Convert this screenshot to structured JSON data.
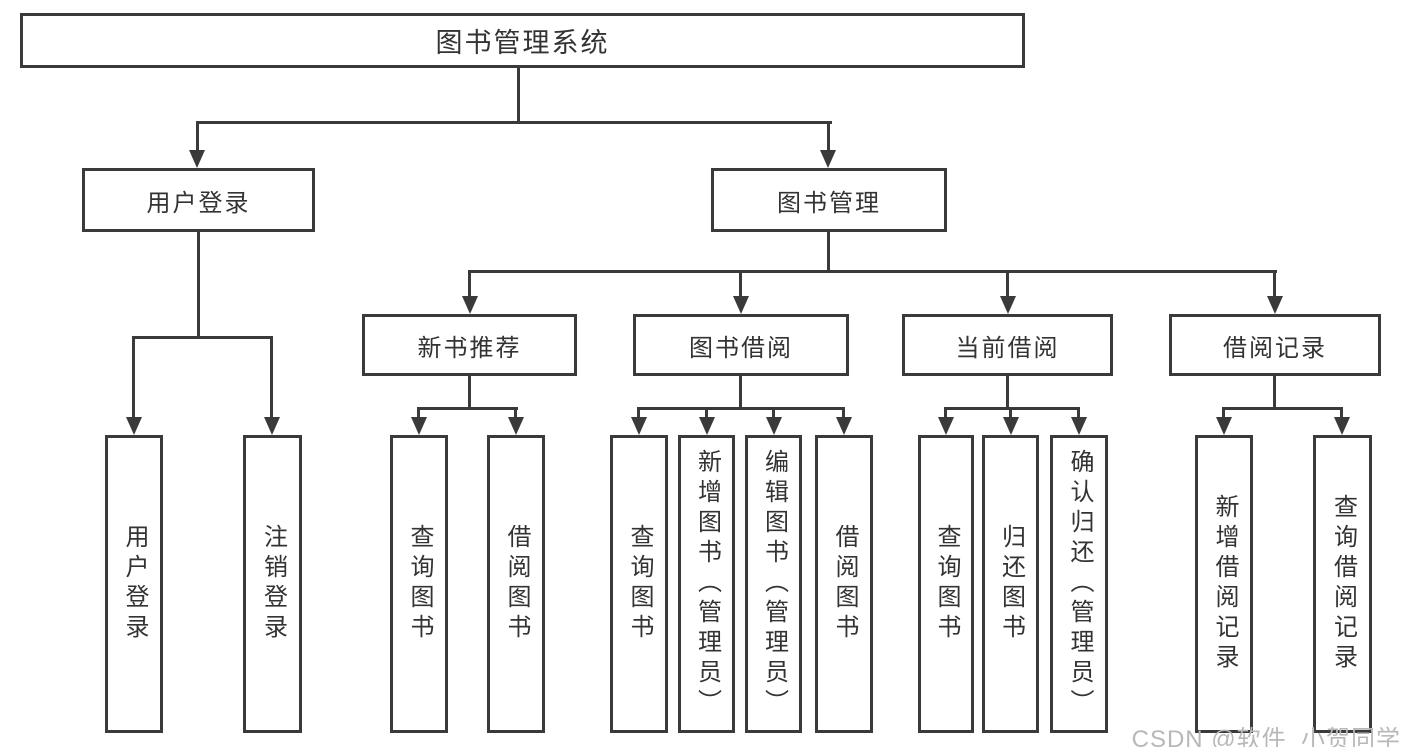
{
  "colors": {
    "line": "#3a3a3a",
    "text": "#333333",
    "background": "#ffffff",
    "watermark_color": "#b8b8b8"
  },
  "watermark": {
    "text": "CSDN @软件_小贺同学"
  },
  "tree": {
    "label": "图书管理系统",
    "children": [
      {
        "label": "用户登录",
        "children": [
          {
            "label": "用户登录"
          },
          {
            "label": "注销登录"
          }
        ]
      },
      {
        "label": "图书管理",
        "children": [
          {
            "label": "新书推荐",
            "children": [
              {
                "label": "查询图书"
              },
              {
                "label": "借阅图书"
              }
            ]
          },
          {
            "label": "图书借阅",
            "children": [
              {
                "label": "查询图书"
              },
              {
                "label": "新增图书（管理员）"
              },
              {
                "label": "编辑图书（管理员）"
              },
              {
                "label": "借阅图书"
              }
            ]
          },
          {
            "label": "当前借阅",
            "children": [
              {
                "label": "查询图书"
              },
              {
                "label": "归还图书"
              },
              {
                "label": "确认归还（管理员）"
              }
            ]
          },
          {
            "label": "借阅记录",
            "children": [
              {
                "label": "新增借阅记录"
              },
              {
                "label": "查询借阅记录"
              }
            ]
          }
        ]
      }
    ]
  }
}
